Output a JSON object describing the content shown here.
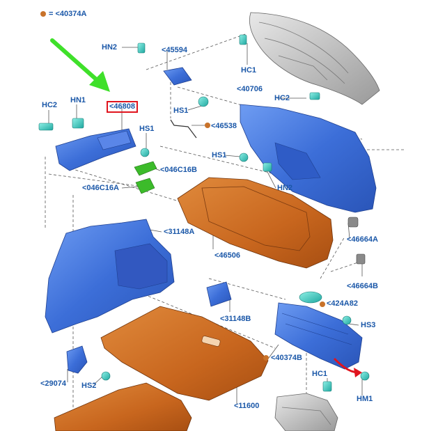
{
  "legend": {
    "text": "= <40374A",
    "dot_color": "#c8722a"
  },
  "colors": {
    "label": "#1a57a8",
    "trim_blue": "#3a6fd8",
    "tray_brown": "#c8661e",
    "clip_cyan": "#3fc6c0",
    "callout_box": "#e0141e",
    "arrow_green": "#3fe02a"
  },
  "labels": {
    "hn2_top": "HN2",
    "p45594": "<45594",
    "hc1_top": "HC1",
    "hc2_right": "HC2",
    "p40706": "<40706",
    "hs1_top": "HS1",
    "p46538": "<46538",
    "hc2_left": "HC2",
    "hn1": "HN1",
    "p46808": "<46808",
    "hs1_left": "HS1",
    "p046c16b": "<046C16B",
    "p046c16a": "<046C16A",
    "hs1_right": "HS1",
    "hn2_right": "HN2",
    "p31148a": "<31148A",
    "p46506": "<46506",
    "p46664a": "<46664A",
    "p46664b": "<46664B",
    "p424a82": "<424A82",
    "p31148b": "<31148B",
    "hs3": "HS3",
    "p40374b": "<40374B",
    "p29074": "<29074",
    "hs2": "HS2",
    "hc1_bottom": "HC1",
    "hm1": "HM1",
    "p11600": "<11600"
  }
}
